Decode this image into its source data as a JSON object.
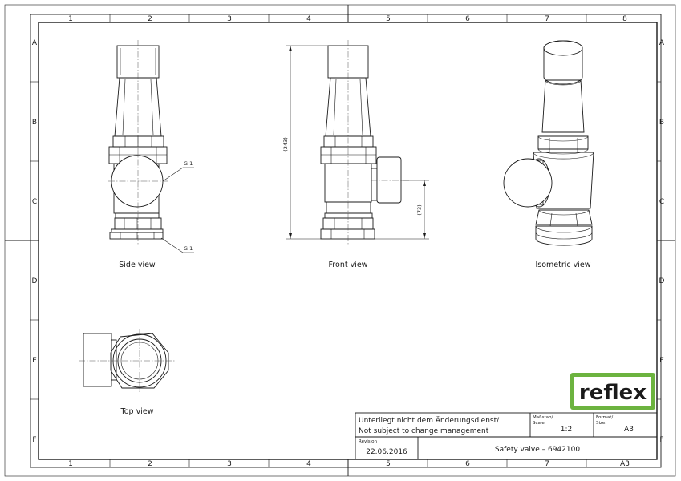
{
  "grid": {
    "columns": [
      "1",
      "2",
      "3",
      "4",
      "5",
      "6",
      "7",
      "8"
    ],
    "rows": [
      "A",
      "B",
      "C",
      "D",
      "E",
      "F"
    ]
  },
  "views": {
    "side": "Side view",
    "front": "Front view",
    "isometric": "Isometric view",
    "top": "Top view"
  },
  "dimensions": {
    "height": "(243)",
    "outlet_height": "(73)",
    "thread_top": "G 1",
    "thread_bottom": "G 1"
  },
  "title_block": {
    "notice_de": "Unterliegt nicht dem Änderungsdienst/",
    "notice_en": "Not subject to change management",
    "revision_label": "Revision",
    "revision_date": "22.06.2016",
    "scale_label_de": "Maßstab/",
    "scale_label_en": "Scale:",
    "scale_value": "1:2",
    "format_label_de": "Format/",
    "format_label_en": "Size:",
    "format_value": "A3",
    "title": "Safety valve – 6942100",
    "sheet_size": "A3"
  },
  "logo": {
    "text": "reflex",
    "color": "#6cb33f"
  }
}
